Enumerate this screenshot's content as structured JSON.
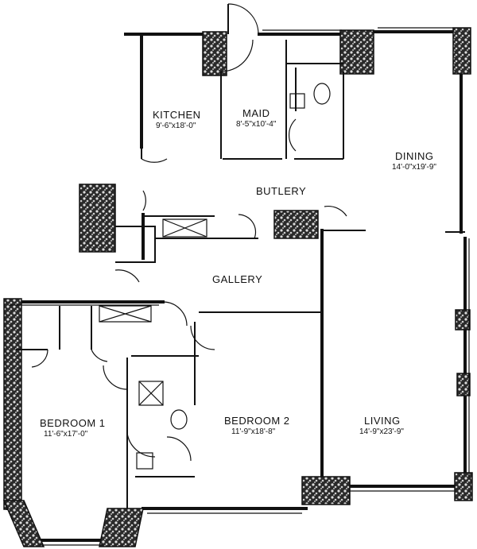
{
  "rooms": {
    "kitchen": {
      "name": "KITCHEN",
      "dims": "9'-6\"x18'-0\""
    },
    "maid": {
      "name": "MAID",
      "dims": "8'-5\"x10'-4\""
    },
    "dining": {
      "name": "DINING",
      "dims": "14'-0\"x19'-9\""
    },
    "butlery": {
      "name": "BUTLERY"
    },
    "gallery": {
      "name": "GALLERY"
    },
    "bedroom1": {
      "name": "BEDROOM 1",
      "dims": "11'-6\"x17'-0\""
    },
    "bedroom2": {
      "name": "BEDROOM 2",
      "dims": "11'-9\"x18'-8\""
    },
    "living": {
      "name": "LIVING",
      "dims": "14'-9\"x23'-9\""
    }
  }
}
